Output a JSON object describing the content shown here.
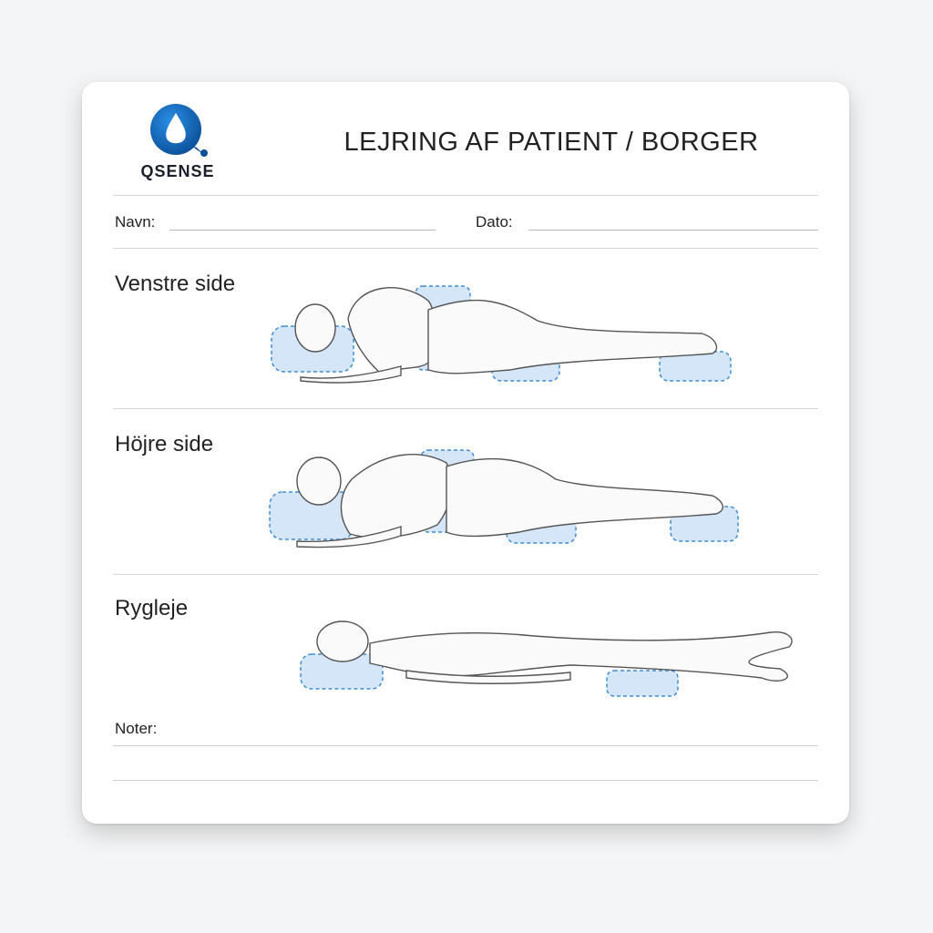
{
  "logo": {
    "text": "QSENSE",
    "icon": "water-drop-logo-icon",
    "color": "#0b5fa8"
  },
  "title": "LEJRING AF PATIENT / BORGER",
  "fields": {
    "name_label": "Navn:",
    "date_label": "Dato:"
  },
  "sections": [
    {
      "label": "Venstre side",
      "figure": "patient-left-side-icon"
    },
    {
      "label": "Höjre side",
      "figure": "patient-right-side-icon"
    },
    {
      "label": "Rygleje",
      "figure": "patient-supine-icon"
    }
  ],
  "notes": {
    "label": "Noter:"
  },
  "colors": {
    "cushion": "#d4e6f8",
    "cushion_border": "#3f8fd6",
    "body_line": "#555555"
  }
}
